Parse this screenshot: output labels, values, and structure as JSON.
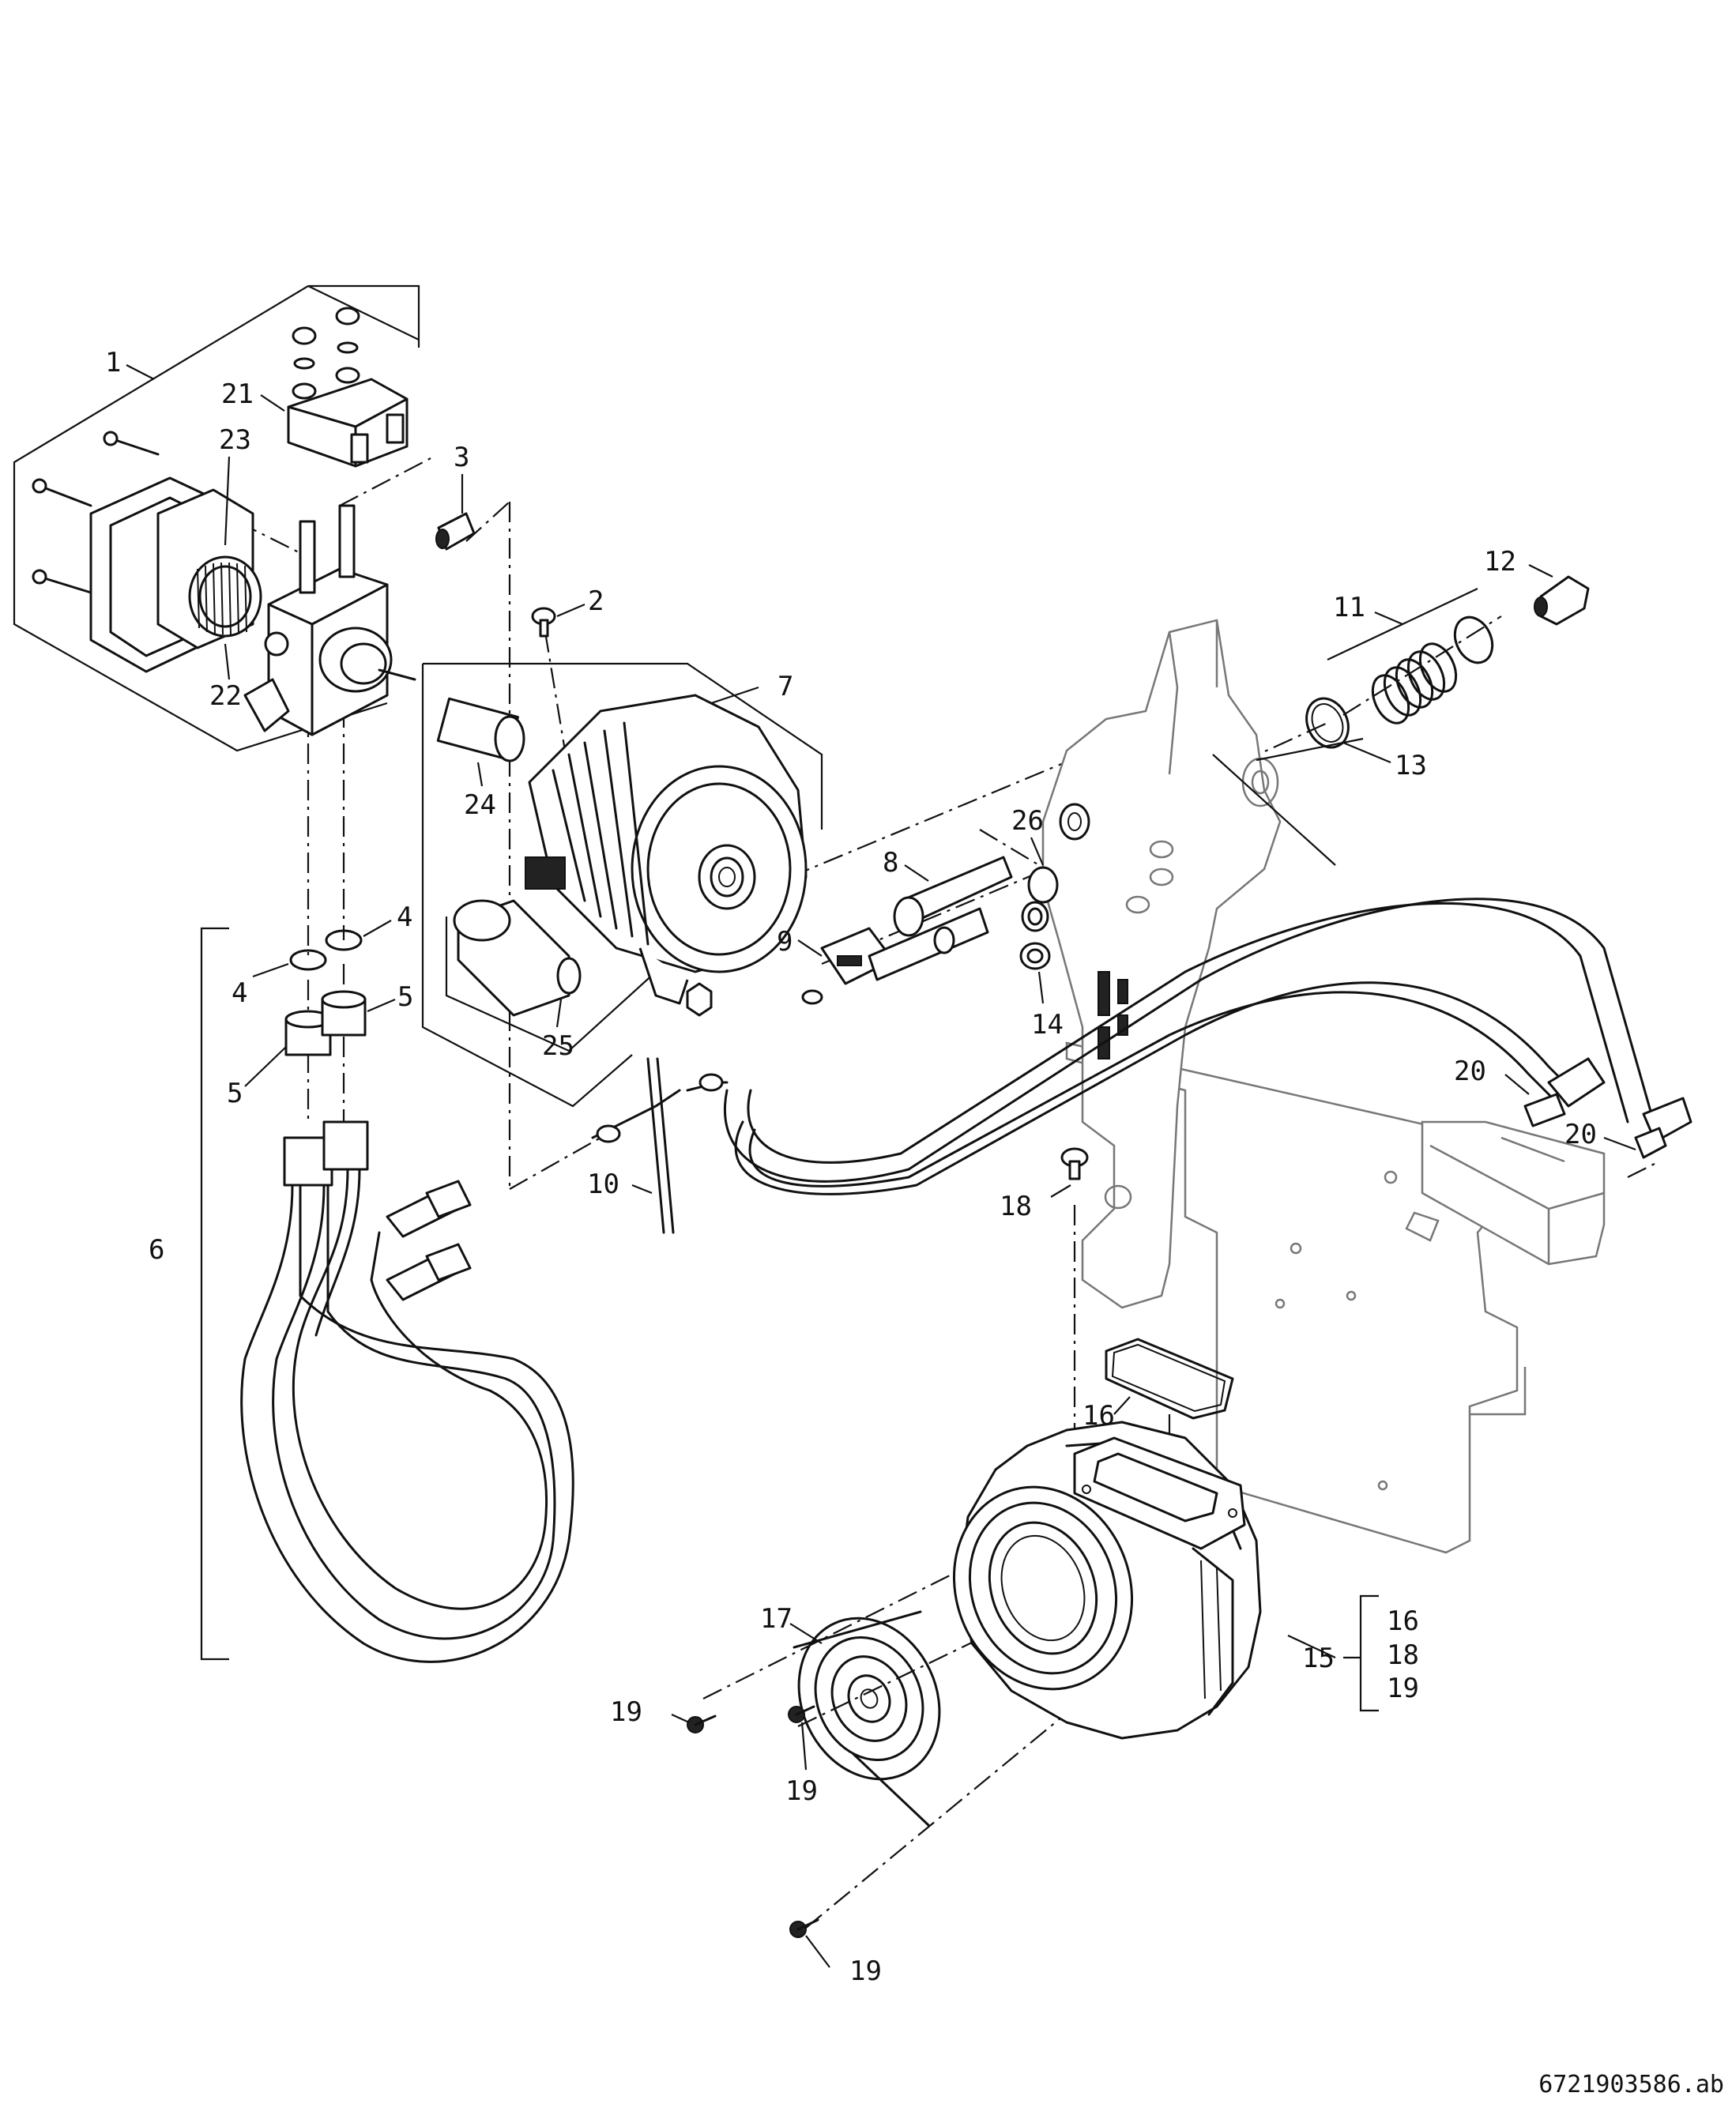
{
  "diagram": {
    "document_number": "6721903586.ab",
    "callouts": [
      {
        "id": "c1",
        "text": "1"
      },
      {
        "id": "c2",
        "text": "2"
      },
      {
        "id": "c3",
        "text": "3"
      },
      {
        "id": "c4a",
        "text": "4"
      },
      {
        "id": "c4b",
        "text": "4"
      },
      {
        "id": "c5a",
        "text": "5"
      },
      {
        "id": "c5b",
        "text": "5"
      },
      {
        "id": "c6",
        "text": "6"
      },
      {
        "id": "c7",
        "text": "7"
      },
      {
        "id": "c8",
        "text": "8"
      },
      {
        "id": "c9",
        "text": "9"
      },
      {
        "id": "c10",
        "text": "10"
      },
      {
        "id": "c11",
        "text": "11"
      },
      {
        "id": "c12",
        "text": "12"
      },
      {
        "id": "c13",
        "text": "13"
      },
      {
        "id": "c14",
        "text": "14"
      },
      {
        "id": "c15",
        "text": "15"
      },
      {
        "id": "c16a",
        "text": "16"
      },
      {
        "id": "c16b",
        "text": "16"
      },
      {
        "id": "c17",
        "text": "17"
      },
      {
        "id": "c18a",
        "text": "18"
      },
      {
        "id": "c18b",
        "text": "18"
      },
      {
        "id": "c19a",
        "text": "19"
      },
      {
        "id": "c19b",
        "text": "19"
      },
      {
        "id": "c19c",
        "text": "19"
      },
      {
        "id": "c19d",
        "text": "19"
      },
      {
        "id": "c20a",
        "text": "20"
      },
      {
        "id": "c20b",
        "text": "20"
      },
      {
        "id": "c21",
        "text": "21"
      },
      {
        "id": "c22",
        "text": "22"
      },
      {
        "id": "c23",
        "text": "23"
      },
      {
        "id": "c24",
        "text": "24"
      },
      {
        "id": "c25",
        "text": "25"
      },
      {
        "id": "c26",
        "text": "26"
      }
    ]
  }
}
